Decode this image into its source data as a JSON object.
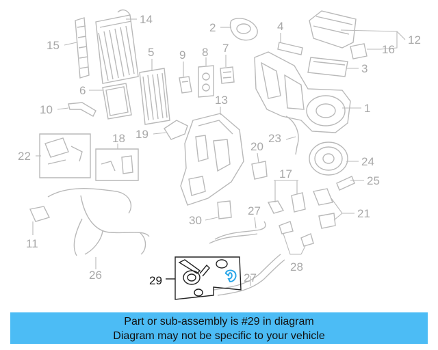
{
  "callouts": [
    "1",
    "2",
    "3",
    "4",
    "5",
    "6",
    "7",
    "8",
    "9",
    "10",
    "11",
    "12",
    "13",
    "14",
    "15",
    "16",
    "17",
    "18",
    "19",
    "20",
    "21",
    "22",
    "23",
    "24",
    "25",
    "26",
    "27",
    "27",
    "28",
    "29",
    "30"
  ],
  "highlighted_part": "29",
  "colors": {
    "banner_bg": "#4cbcf5",
    "diagram_gray": "#b9b9b9",
    "highlight_part": "#2aa6e8",
    "text": "#111111"
  },
  "banner": {
    "line1": "Part or sub-assembly is #29 in diagram",
    "line2": "Diagram may not be specific to your vehicle"
  }
}
